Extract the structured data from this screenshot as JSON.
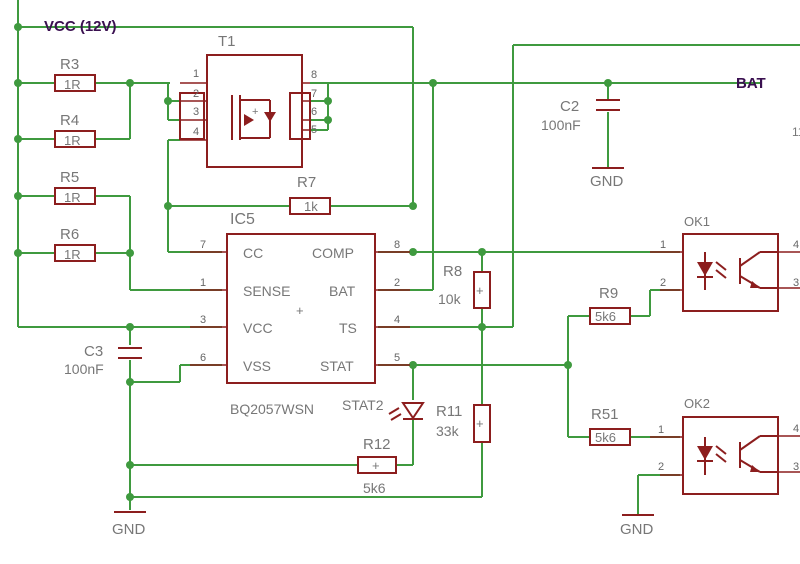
{
  "nets": {
    "vcc": "VCC (12V)",
    "bat": "BAT",
    "gnd_c3": "GND",
    "gnd_c2": "GND",
    "gnd_ok2": "GND"
  },
  "transistor": {
    "name": "T1",
    "pins": [
      "1",
      "2",
      "3",
      "4",
      "8",
      "7",
      "6",
      "5"
    ]
  },
  "resistors": {
    "r3": {
      "name": "R3",
      "value": "1R"
    },
    "r4": {
      "name": "R4",
      "value": "1R"
    },
    "r5": {
      "name": "R5",
      "value": "1R"
    },
    "r6": {
      "name": "R6",
      "value": "1R"
    },
    "r7": {
      "name": "R7",
      "value": "1k"
    },
    "r8": {
      "name": "R8",
      "value": "10k"
    },
    "r9": {
      "name": "R9",
      "value": "5k6"
    },
    "r11": {
      "name": "R11",
      "value": "33k"
    },
    "r12": {
      "name": "R12",
      "value": "5k6"
    },
    "r51": {
      "name": "R51",
      "value": "5k6"
    }
  },
  "capacitors": {
    "c2": {
      "name": "C2",
      "value": "100nF"
    },
    "c3": {
      "name": "C3",
      "value": "100nF"
    }
  },
  "led": {
    "name": "STAT2"
  },
  "ic": {
    "name": "IC5",
    "part": "BQ2057WSN",
    "left_pins": [
      {
        "num": "7",
        "label": "CC"
      },
      {
        "num": "1",
        "label": "SENSE"
      },
      {
        "num": "3",
        "label": "VCC"
      },
      {
        "num": "6",
        "label": "VSS"
      }
    ],
    "right_pins": [
      {
        "num": "8",
        "label": "COMP"
      },
      {
        "num": "2",
        "label": "BAT"
      },
      {
        "num": "4",
        "label": "TS"
      },
      {
        "num": "5",
        "label": "STAT"
      }
    ]
  },
  "optocouplers": {
    "ok1": {
      "name": "OK1",
      "pins": [
        "1",
        "2",
        "4",
        "3"
      ]
    },
    "ok2": {
      "name": "OK2",
      "pins": [
        "1",
        "2",
        "4",
        "3"
      ]
    }
  },
  "edge_text": "11"
}
